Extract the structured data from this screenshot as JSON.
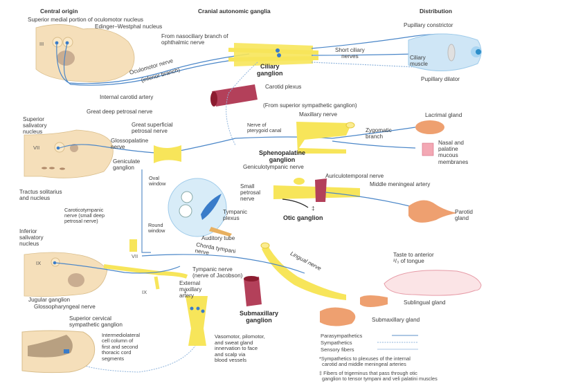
{
  "headers": {
    "central_origin": "Central origin",
    "cranial_ganglia": "Cranial autonomic ganglia",
    "distribution": "Distribution"
  },
  "roman": {
    "iii": "III",
    "vii": "VII",
    "ix": "IX",
    "vii_nerve": "VII",
    "ix_nerve": "IX"
  },
  "labels": {
    "superior_medial_oculomotor": "Superior medial portion of oculomotor nucleus",
    "edinger_westphal": "Edinger–Westphal nucleus",
    "nasociliary_branch": "From nasociliary branch of\nophthalmic nerve",
    "oculomotor_nerve": "Oculomotor nerve",
    "inferior_branch": "(inferior branch)",
    "ciliary_ganglion": "Ciliary\nganglion",
    "short_ciliary_nerves": "Short ciliary\nnerves",
    "ciliary_muscle": "Ciliary\nmuscle",
    "pupillary_constrictor": "Pupillary constrictor",
    "pupillary_dilator": "Pupillary dilator",
    "internal_carotid_artery": "Internal carotid artery",
    "carotid_plexus": "Carotid plexus",
    "from_superior_sympathetic": "(From superior sympathetic ganglion)",
    "great_deep_petrosal": "Great deep petrosal nerve",
    "maxillary_nerve": "Maxillary nerve",
    "lacrimal_gland": "Lacrimal gland",
    "superior_salivatory_nucleus": "Superior\nsalivatory\nnucleus",
    "great_superficial_petrosal": "Great superficial\npetrosal nerve",
    "nerve_pterygoid_canal": "Nerve of\npterygoid canal",
    "zygomatic_branch": "Zygomatic\nbranch",
    "glossopalatine_nerve": "Glossopalatine\nnerve",
    "nasal_palatine": "Nasal and\npalatine\nmucous\nmembranes",
    "sphenopalatine_ganglion": "Sphenopalatine\nganglion",
    "geniculate_ganglion": "Geniculate\nganglion",
    "geniculotympanic_nerve": "Geniculotympanic nerve",
    "oval_window": "Oval\nwindow",
    "auriculotemporal_nerve": "Auriculotemporal nerve",
    "tractus_solitarius": "Tractus solitarius\nand nucleus",
    "small_petrosal_nerve": "Small\npetrosal\nnerve",
    "middle_meningeal_artery": "Middle meningeal artery",
    "caroticotympanic_nerve": "Caroticotympanic\nnerve (small deep\npetrosal nerve)",
    "tympanic_plexus": "Tympanic\nplexus",
    "otic_ganglion": "Otic ganglion",
    "parotid_gland": "Parotid\ngland",
    "round_window": "Round\nwindow",
    "auditory_tube": "Auditory tube",
    "inferior_salivatory_nucleus": "Inferior\nsalivatory\nnucleus",
    "chorda_tympani": "Chorda tympani\nnerve",
    "lingual_nerve": "Lingual nerve",
    "taste_anterior_tongue": "Taste to anterior\n²/₃ of tongue",
    "tympanic_nerve": "Tympanic nerve\n(nerve of Jacobson)",
    "external_maxillary_artery": "External\nmaxillary\nartery",
    "jugular_ganglion": "Jugular ganglion",
    "glossopharyngeal_nerve": "Glossopharyngeal nerve",
    "submaxillary_ganglion": "Submaxillary\nganglion",
    "sublingual_gland": "Sublingual gland",
    "submaxillary_gland": "Submaxillary gland",
    "superior_cervical_ganglion": "Superior cervical\nsympathetic ganglion",
    "intermediolateral_column": "Intermediolateral\ncell column of\nfirst and second\nthoracic cord\nsegments",
    "vasomotor": "Vasomotor, pilomotor,\nand sweat gland\ninnervation to face\nand scalp via\nblood vessels",
    "asterisk_mark": "*",
    "dagger_mark": "‡"
  },
  "legend": {
    "items": [
      {
        "label": "Parasympathetics",
        "style": "solid",
        "color": "#5b8fc9"
      },
      {
        "label": "Sympathetics",
        "style": "dashed",
        "color": "#8fb4dc"
      },
      {
        "label": "Sensory fibers",
        "style": "solid-light",
        "color": "#a9c6e6"
      }
    ]
  },
  "footnotes": {
    "asterisk": "*Sympathetics to plexuses of the internal\n  carotid and middle meningeal arteries",
    "dagger": "‡ Fibers of trigeminus that pass through otic\n  ganglion to tensor tympani and veli palatini muscles"
  },
  "colors": {
    "brainstem": "#f5dfba",
    "ganglion": "#f7e55a",
    "parasympathetic": "#4a86c8",
    "sympathetic": "#8fb4dc",
    "gland": "#eea070",
    "artery": "#b3405a",
    "eye": "#cfe6f6"
  }
}
